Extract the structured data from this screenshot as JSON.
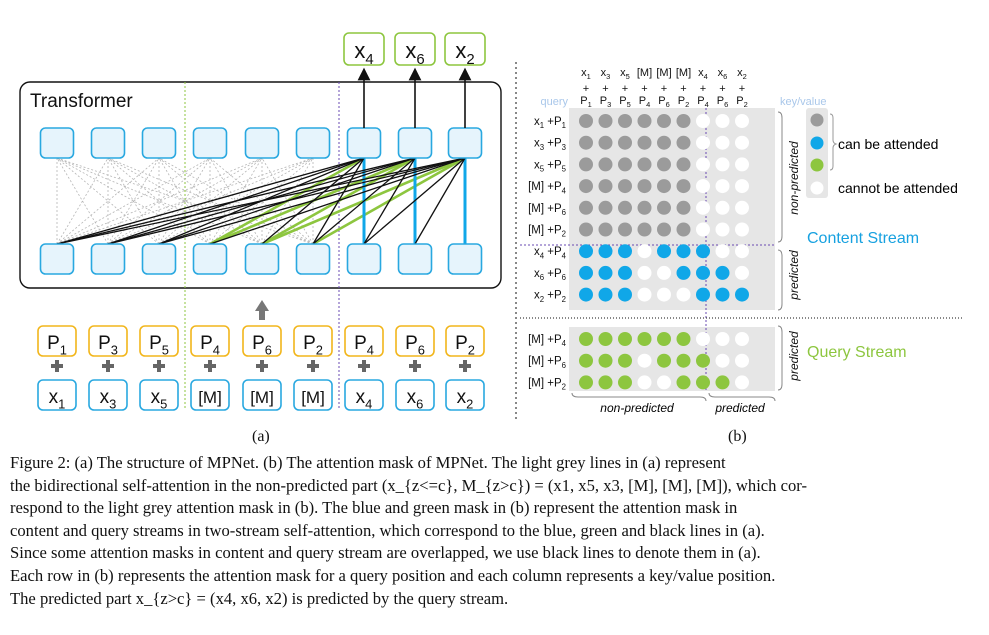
{
  "panel_a": {
    "transformer_label": "Transformer",
    "outputs": [
      {
        "base": "x",
        "sub": "4"
      },
      {
        "base": "x",
        "sub": "6"
      },
      {
        "base": "x",
        "sub": "2"
      }
    ],
    "positions": [
      {
        "base": "P",
        "sub": "1"
      },
      {
        "base": "P",
        "sub": "3"
      },
      {
        "base": "P",
        "sub": "5"
      },
      {
        "base": "P",
        "sub": "4"
      },
      {
        "base": "P",
        "sub": "6"
      },
      {
        "base": "P",
        "sub": "2"
      },
      {
        "base": "P",
        "sub": "4"
      },
      {
        "base": "P",
        "sub": "6"
      },
      {
        "base": "P",
        "sub": "2"
      }
    ],
    "tokens": [
      {
        "base": "x",
        "sub": "1"
      },
      {
        "base": "x",
        "sub": "3"
      },
      {
        "base": "x",
        "sub": "5"
      },
      {
        "base": "[M]",
        "sub": ""
      },
      {
        "base": "[M]",
        "sub": ""
      },
      {
        "base": "[M]",
        "sub": ""
      },
      {
        "base": "x",
        "sub": "4"
      },
      {
        "base": "x",
        "sub": "6"
      },
      {
        "base": "x",
        "sub": "2"
      }
    ],
    "label": "(a)"
  },
  "panel_b": {
    "query_label": "query",
    "keyvalue_label": "key/value",
    "col_headers": [
      {
        "top": "x",
        "top_sub": "1",
        "bot": "P",
        "bot_sub": "1"
      },
      {
        "top": "x",
        "top_sub": "3",
        "bot": "P",
        "bot_sub": "3"
      },
      {
        "top": "x",
        "top_sub": "5",
        "bot": "P",
        "bot_sub": "5"
      },
      {
        "top": "[M]",
        "top_sub": "",
        "bot": "P",
        "bot_sub": "4"
      },
      {
        "top": "[M]",
        "top_sub": "",
        "bot": "P",
        "bot_sub": "6"
      },
      {
        "top": "[M]",
        "top_sub": "",
        "bot": "P",
        "bot_sub": "2"
      },
      {
        "top": "x",
        "top_sub": "4",
        "bot": "P",
        "bot_sub": "4"
      },
      {
        "top": "x",
        "top_sub": "6",
        "bot": "P",
        "bot_sub": "6"
      },
      {
        "top": "x",
        "top_sub": "2",
        "bot": "P",
        "bot_sub": "2"
      }
    ],
    "content_rows": [
      {
        "a": "x",
        "a_sub": "1",
        "b": "P",
        "b_sub": "1",
        "cells": "GGGGGGWWW"
      },
      {
        "a": "x",
        "a_sub": "3",
        "b": "P",
        "b_sub": "3",
        "cells": "GGGGGGWWW"
      },
      {
        "a": "x",
        "a_sub": "5",
        "b": "P",
        "b_sub": "5",
        "cells": "GGGGGGWWW"
      },
      {
        "a": "[M]",
        "a_sub": "",
        "b": "P",
        "b_sub": "4",
        "cells": "GGGGGGWWW"
      },
      {
        "a": "[M]",
        "a_sub": "",
        "b": "P",
        "b_sub": "6",
        "cells": "GGGGGGWWW"
      },
      {
        "a": "[M]",
        "a_sub": "",
        "b": "P",
        "b_sub": "2",
        "cells": "GGGGGGWWW"
      },
      {
        "a": "x",
        "a_sub": "4",
        "b": "P",
        "b_sub": "4",
        "cells": "BBBWBBBWW"
      },
      {
        "a": "x",
        "a_sub": "6",
        "b": "P",
        "b_sub": "6",
        "cells": "BBBWWBBBW"
      },
      {
        "a": "x",
        "a_sub": "2",
        "b": "P",
        "b_sub": "2",
        "cells": "BBBWWWBBB"
      }
    ],
    "query_rows": [
      {
        "a": "[M]",
        "a_sub": "",
        "b": "P",
        "b_sub": "4",
        "cells": "GGGGGGWWW"
      },
      {
        "a": "[M]",
        "a_sub": "",
        "b": "P",
        "b_sub": "6",
        "cells": "GGGWGGGWW"
      },
      {
        "a": "[M]",
        "a_sub": "",
        "b": "P",
        "b_sub": "2",
        "cells": "GGGWWGGGW"
      }
    ],
    "non_predicted_side": "non-predicted",
    "predicted_side": "predicted",
    "non_predicted_bottom": "non-predicted",
    "predicted_bottom": "predicted",
    "legend_can": "can be attended",
    "legend_cannot": "cannot be attended",
    "content_stream": "Content Stream",
    "query_stream": "Query Stream",
    "label": "(b)"
  },
  "colors": {
    "blue_box_border": "#29a8e0",
    "blue_box_fill": "#e6f4fc",
    "yellow_border": "#f2b61c",
    "green_border": "#8dc63f",
    "dot_grey": "#9b9b9b",
    "dot_blue": "#10a7e8",
    "dot_green": "#8dc63f",
    "mask_bg": "#e6e6e6",
    "content_stream_text": "#17a1e0",
    "query_stream_text": "#8dc63f",
    "divider_purple": "#6a4bb3"
  },
  "caption": {
    "line1": "Figure 2: (a) The structure of MPNet. (b) The attention mask of MPNet. The light grey lines in (a) represent",
    "line2": "the bidirectional self-attention in the non-predicted part (x_{z<=c}, M_{z>c}) = (x1, x5, x3, [M], [M], [M]), which cor-",
    "line3": "respond to the light grey attention mask in (b). The blue and green mask in (b) represent the attention mask in",
    "line4": "content and query streams in two-stream self-attention, which correspond to the blue, green and black lines in (a).",
    "line5": "Since some attention masks in content and query stream are overlapped, we use black lines to denote them in (a).",
    "line6": "Each row in (b) represents the attention mask for a query position and each column represents a key/value position.",
    "line7": "The predicted part x_{z>c} = (x4, x6, x2) is predicted by the query stream."
  }
}
